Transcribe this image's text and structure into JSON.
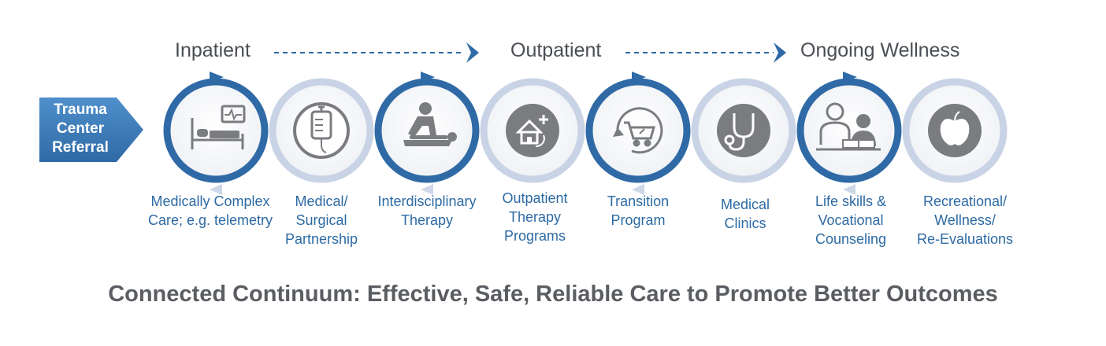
{
  "referral": {
    "lines": [
      "Trauma",
      "Center",
      "Referral"
    ]
  },
  "phases": {
    "inpatient": "Inpatient",
    "outpatient": "Outpatient",
    "ongoing": "Ongoing Wellness"
  },
  "steps": [
    {
      "id": "medically-complex-care",
      "icon": "hospital-bed-monitor-icon",
      "lines": [
        "Medically Complex",
        "Care; e.g. telemetry"
      ]
    },
    {
      "id": "medical-surgical-partnership",
      "icon": "iv-bag-icon",
      "lines": [
        "Medical/",
        "Surgical",
        "Partnership"
      ]
    },
    {
      "id": "interdisciplinary-therapy",
      "icon": "physical-therapy-icon",
      "lines": [
        "Interdisciplinary",
        "Therapy"
      ]
    },
    {
      "id": "outpatient-therapy-programs",
      "icon": "home-care-icon",
      "lines": [
        "Outpatient",
        "Therapy",
        "Programs"
      ]
    },
    {
      "id": "transition-program",
      "icon": "cart-cycle-icon",
      "lines": [
        "Transition",
        "Program"
      ]
    },
    {
      "id": "medical-clinics",
      "icon": "stethoscope-icon",
      "lines": [
        "Medical",
        "Clinics"
      ]
    },
    {
      "id": "life-skills-vocational-counseling",
      "icon": "counseling-icon",
      "lines": [
        "Life skills &",
        "Vocational",
        "Counseling"
      ]
    },
    {
      "id": "recreational-wellness-reevaluations",
      "icon": "apple-icon",
      "lines": [
        "Recreational/",
        "Wellness/",
        "Re-Evaluations"
      ]
    }
  ],
  "tagline": "Connected Continuum: Effective, Safe, Reliable Care to Promote Better Outcomes",
  "colors": {
    "dark_ring": "#2f6aa6",
    "light_ring": "#c9d3e6",
    "icon_fill": "#7a7c80",
    "caption": "#2d6aa3",
    "tagline": "#5a5d61",
    "phase": "#4a4f55"
  }
}
